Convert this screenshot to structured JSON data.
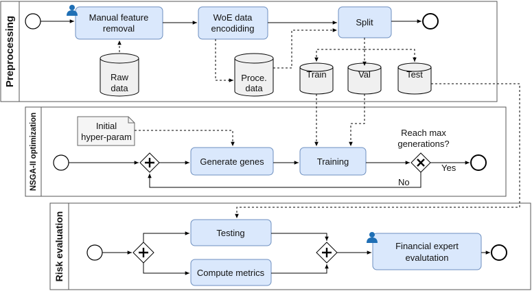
{
  "colors": {
    "task_fill": "#dae8fc",
    "task_stroke": "#6c8ebf",
    "db_fill": "#f0f0f0",
    "note_fill": "#f5f5f5",
    "line": "#000000",
    "actor": "#1f6fb5"
  },
  "lanes": {
    "preprocessing": "Preprocessing",
    "nsga": "NSGA-II optimization",
    "risk": "Risk evaluation"
  },
  "tasks": {
    "manual_line1": "Manual feature",
    "manual_line2": "removal",
    "woe_line1": "WoE data",
    "woe_line2": "encodiding",
    "split": "Split",
    "generate": "Generate genes",
    "training": "Training",
    "testing": "Testing",
    "compute": "Compute metrics",
    "expert_line1": "Financial expert",
    "expert_line2": "evalutation"
  },
  "stores": {
    "raw_line1": "Raw",
    "raw_line2": "data",
    "proc_line1": "Proce.",
    "proc_line2": "data",
    "train": "Train",
    "val": "Val",
    "test": "Test"
  },
  "note": {
    "line1": "Initial",
    "line2": "hyper-param"
  },
  "gateway_labels": {
    "question_line1": "Reach max",
    "question_line2": "generations?",
    "yes": "Yes",
    "no": "No"
  },
  "icons": {
    "actor": "user-icon",
    "parallel": "plus-gateway-icon",
    "exclusive": "x-gateway-icon"
  }
}
